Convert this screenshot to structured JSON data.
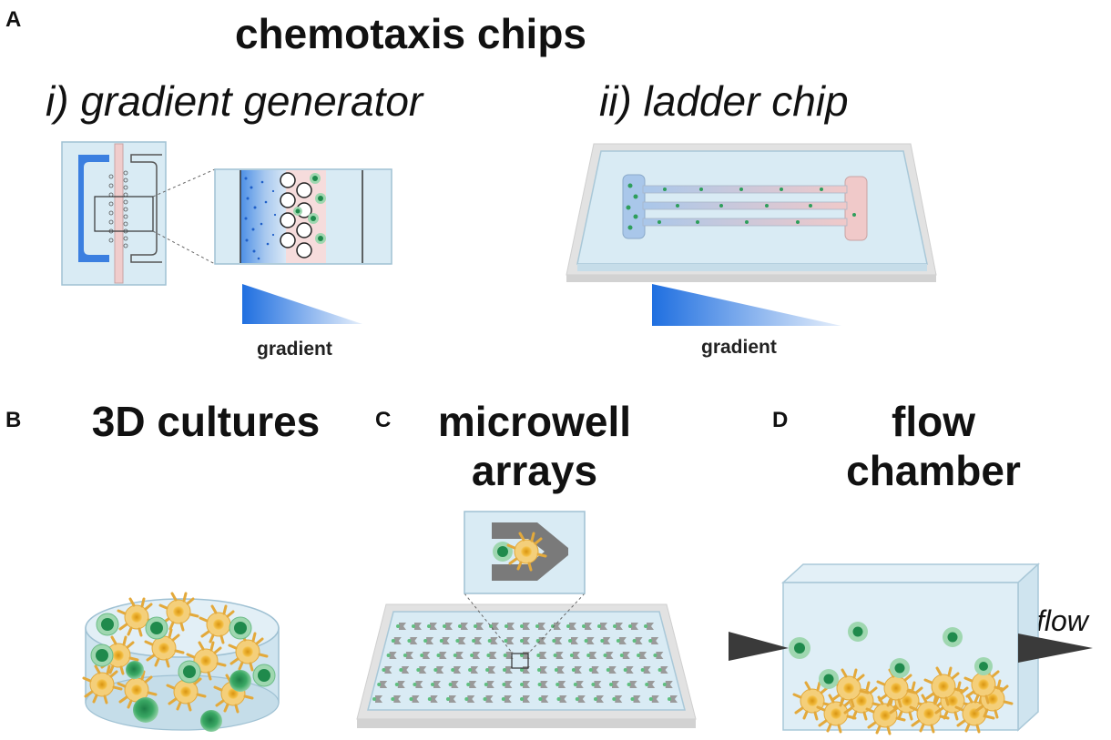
{
  "panel_a": {
    "letter": "A",
    "title": "chemotaxis chips",
    "sub_i": "i)  gradient generator",
    "sub_ii": "ii) ladder chip",
    "gradient_label_i": "gradient",
    "gradient_label_ii": "gradient"
  },
  "panel_b": {
    "letter": "B",
    "title": "3D cultures"
  },
  "panel_c": {
    "letter": "C",
    "title_line1": "microwell",
    "title_line2": "arrays"
  },
  "panel_d": {
    "letter": "D",
    "title_line1": "flow",
    "title_line2": "chamber",
    "flow_label": "flow"
  },
  "colors": {
    "chip_fill": "#d7e9f2",
    "chip_border": "#a9c8d8",
    "gradient_blue": "#1f6fe0",
    "cell_green": "#2e9e5b",
    "cell_yellow": "#f2b32e",
    "pink_channel": "#f3d6d6",
    "arrow_dark": "#3a3a3a"
  }
}
